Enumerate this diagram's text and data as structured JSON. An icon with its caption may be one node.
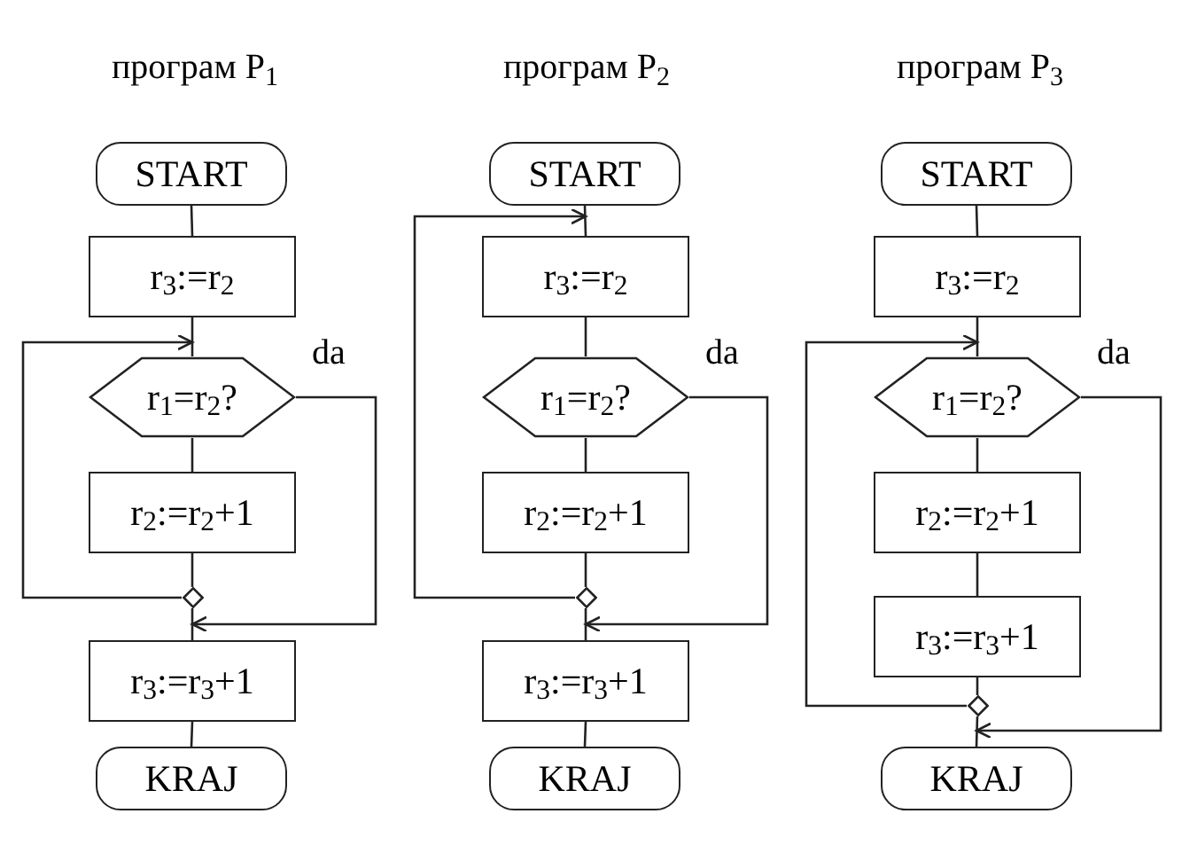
{
  "diagram": {
    "nodes": [
      {
        "text": [
          "START"
        ]
      },
      {
        "text": [
          "r$_{3}$:=r$_{2}$"
        ]
      },
      {
        "text": [
          "r$_{1}$=r$_{2}$?"
        ]
      },
      {
        "text": [
          "r$_{2}$:=r$_{2}$+1"
        ]
      },
      {
        "text": [],
        "shape": "diamond"
      },
      {
        "text": [
          "r$_{3}$:=r$_{3}$+1"
        ]
      },
      {
        "text": [
          "KRAJ"
        ]
      },
      {
        "text": [
          "START"
        ]
      },
      {
        "text": [
          "r$_{3}$:=r$_{2}$"
        ]
      },
      {
        "text": [
          "r$_{1}$=r$_{2}$?"
        ]
      },
      {
        "text": [
          "r$_{2}$:=r$_{2}$+1"
        ]
      },
      {
        "text": [],
        "shape": "diamond"
      },
      {
        "text": [
          "r$_{3}$:=r$_{3}$+1"
        ]
      },
      {
        "text": [
          "KRAJ"
        ]
      },
      {
        "text": [
          "START"
        ]
      },
      {
        "text": [
          "r$_{3}$:=r$_{2}$"
        ]
      },
      {
        "text": [
          "r$_{1}$=r$_{2}$?"
        ]
      },
      {
        "text": [
          "r$_{2}$:=r$_{2}$+1"
        ]
      },
      {
        "text": [
          "r$_{3}$:=r$_{3}$+1"
        ]
      },
      {
        "text": [],
        "shape": "diamond"
      },
      {
        "text": [
          "KRAJ"
        ]
      }
    ],
    "edges": [
      {
        "from": 0,
        "to": 1,
        "arrow": "none"
      },
      {
        "from": 1,
        "to": 2,
        "arrow": "none"
      },
      {
        "from": 4,
        "to": 2,
        "arrow": "to"
      },
      {
        "from": 2,
        "to": 3,
        "arrow": "none"
      },
      {
        "from": 3,
        "to": 4,
        "arrow": "none"
      },
      {
        "from": 2,
        "to": 5,
        "arrow": "to",
        "label": "da"
      },
      {
        "from": 4,
        "to": 5,
        "arrow": "none"
      },
      {
        "from": 5,
        "to": 6,
        "arrow": "none"
      },
      {
        "from": 7,
        "to": 8,
        "arrow": "none"
      },
      {
        "from": 11,
        "to": 8,
        "arrow": "to"
      },
      {
        "from": 8,
        "to": 9,
        "arrow": "none"
      },
      {
        "from": 9,
        "to": 10,
        "arrow": "none"
      },
      {
        "from": 10,
        "to": 11,
        "arrow": "none"
      },
      {
        "from": 9,
        "to": 12,
        "arrow": "to",
        "label": "da"
      },
      {
        "from": 11,
        "to": 12,
        "arrow": "none"
      },
      {
        "from": 12,
        "to": 13,
        "arrow": "none"
      },
      {
        "from": 14,
        "to": 15,
        "arrow": "none"
      },
      {
        "from": 15,
        "to": 16,
        "arrow": "none"
      },
      {
        "from": 19,
        "to": 16,
        "arrow": "to"
      },
      {
        "from": 16,
        "to": 17,
        "arrow": "none"
      },
      {
        "from": 17,
        "to": 18,
        "arrow": "none"
      },
      {
        "from": 18,
        "to": 19,
        "arrow": "none"
      },
      {
        "from": 16,
        "to": 20,
        "arrow": "to",
        "label": "da"
      },
      {
        "from": 19,
        "to": 20,
        "arrow": "none"
      }
    ],
    "labels": [
      "програм P$_{1}$",
      "програм P$_{2}$",
      "програм P$_{3}$"
    ]
  }
}
